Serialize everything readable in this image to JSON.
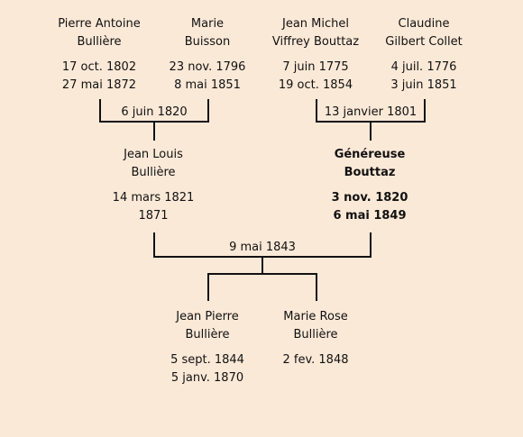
{
  "grandparents": [
    {
      "first": "Pierre Antoine",
      "last": "Bullière",
      "birth": "17 oct. 1802",
      "death": "27 mai 1872"
    },
    {
      "first": "Marie",
      "last": "Buisson",
      "birth": "23 nov. 1796",
      "death": "8 mai 1851"
    },
    {
      "first": "Jean Michel",
      "last": "Viffrey Bouttaz",
      "birth": "7 juin 1775",
      "death": "19 oct. 1854"
    },
    {
      "first": "Claudine",
      "last": "Gilbert Collet",
      "birth": "4 juil. 1776",
      "death": "3 juin 1851"
    }
  ],
  "marriages": {
    "left_grandparents": "6 juin 1820",
    "right_grandparents": "13 janvier 1801",
    "parents": "9 mai 1843"
  },
  "parents": [
    {
      "first": "Jean Louis",
      "last": "Bullière",
      "birth": "14 mars 1821",
      "death": "1871"
    },
    {
      "first": "Généreuse",
      "last": "Bouttaz",
      "birth": "3 nov. 1820",
      "death": "6 mai 1849"
    }
  ],
  "children": [
    {
      "first": "Jean Pierre",
      "last": "Bullière",
      "birth": "5 sept. 1844",
      "death": "5 janv. 1870"
    },
    {
      "first": "Marie Rose",
      "last": "Bullière",
      "birth": "2 fev. 1848",
      "death": ""
    }
  ]
}
